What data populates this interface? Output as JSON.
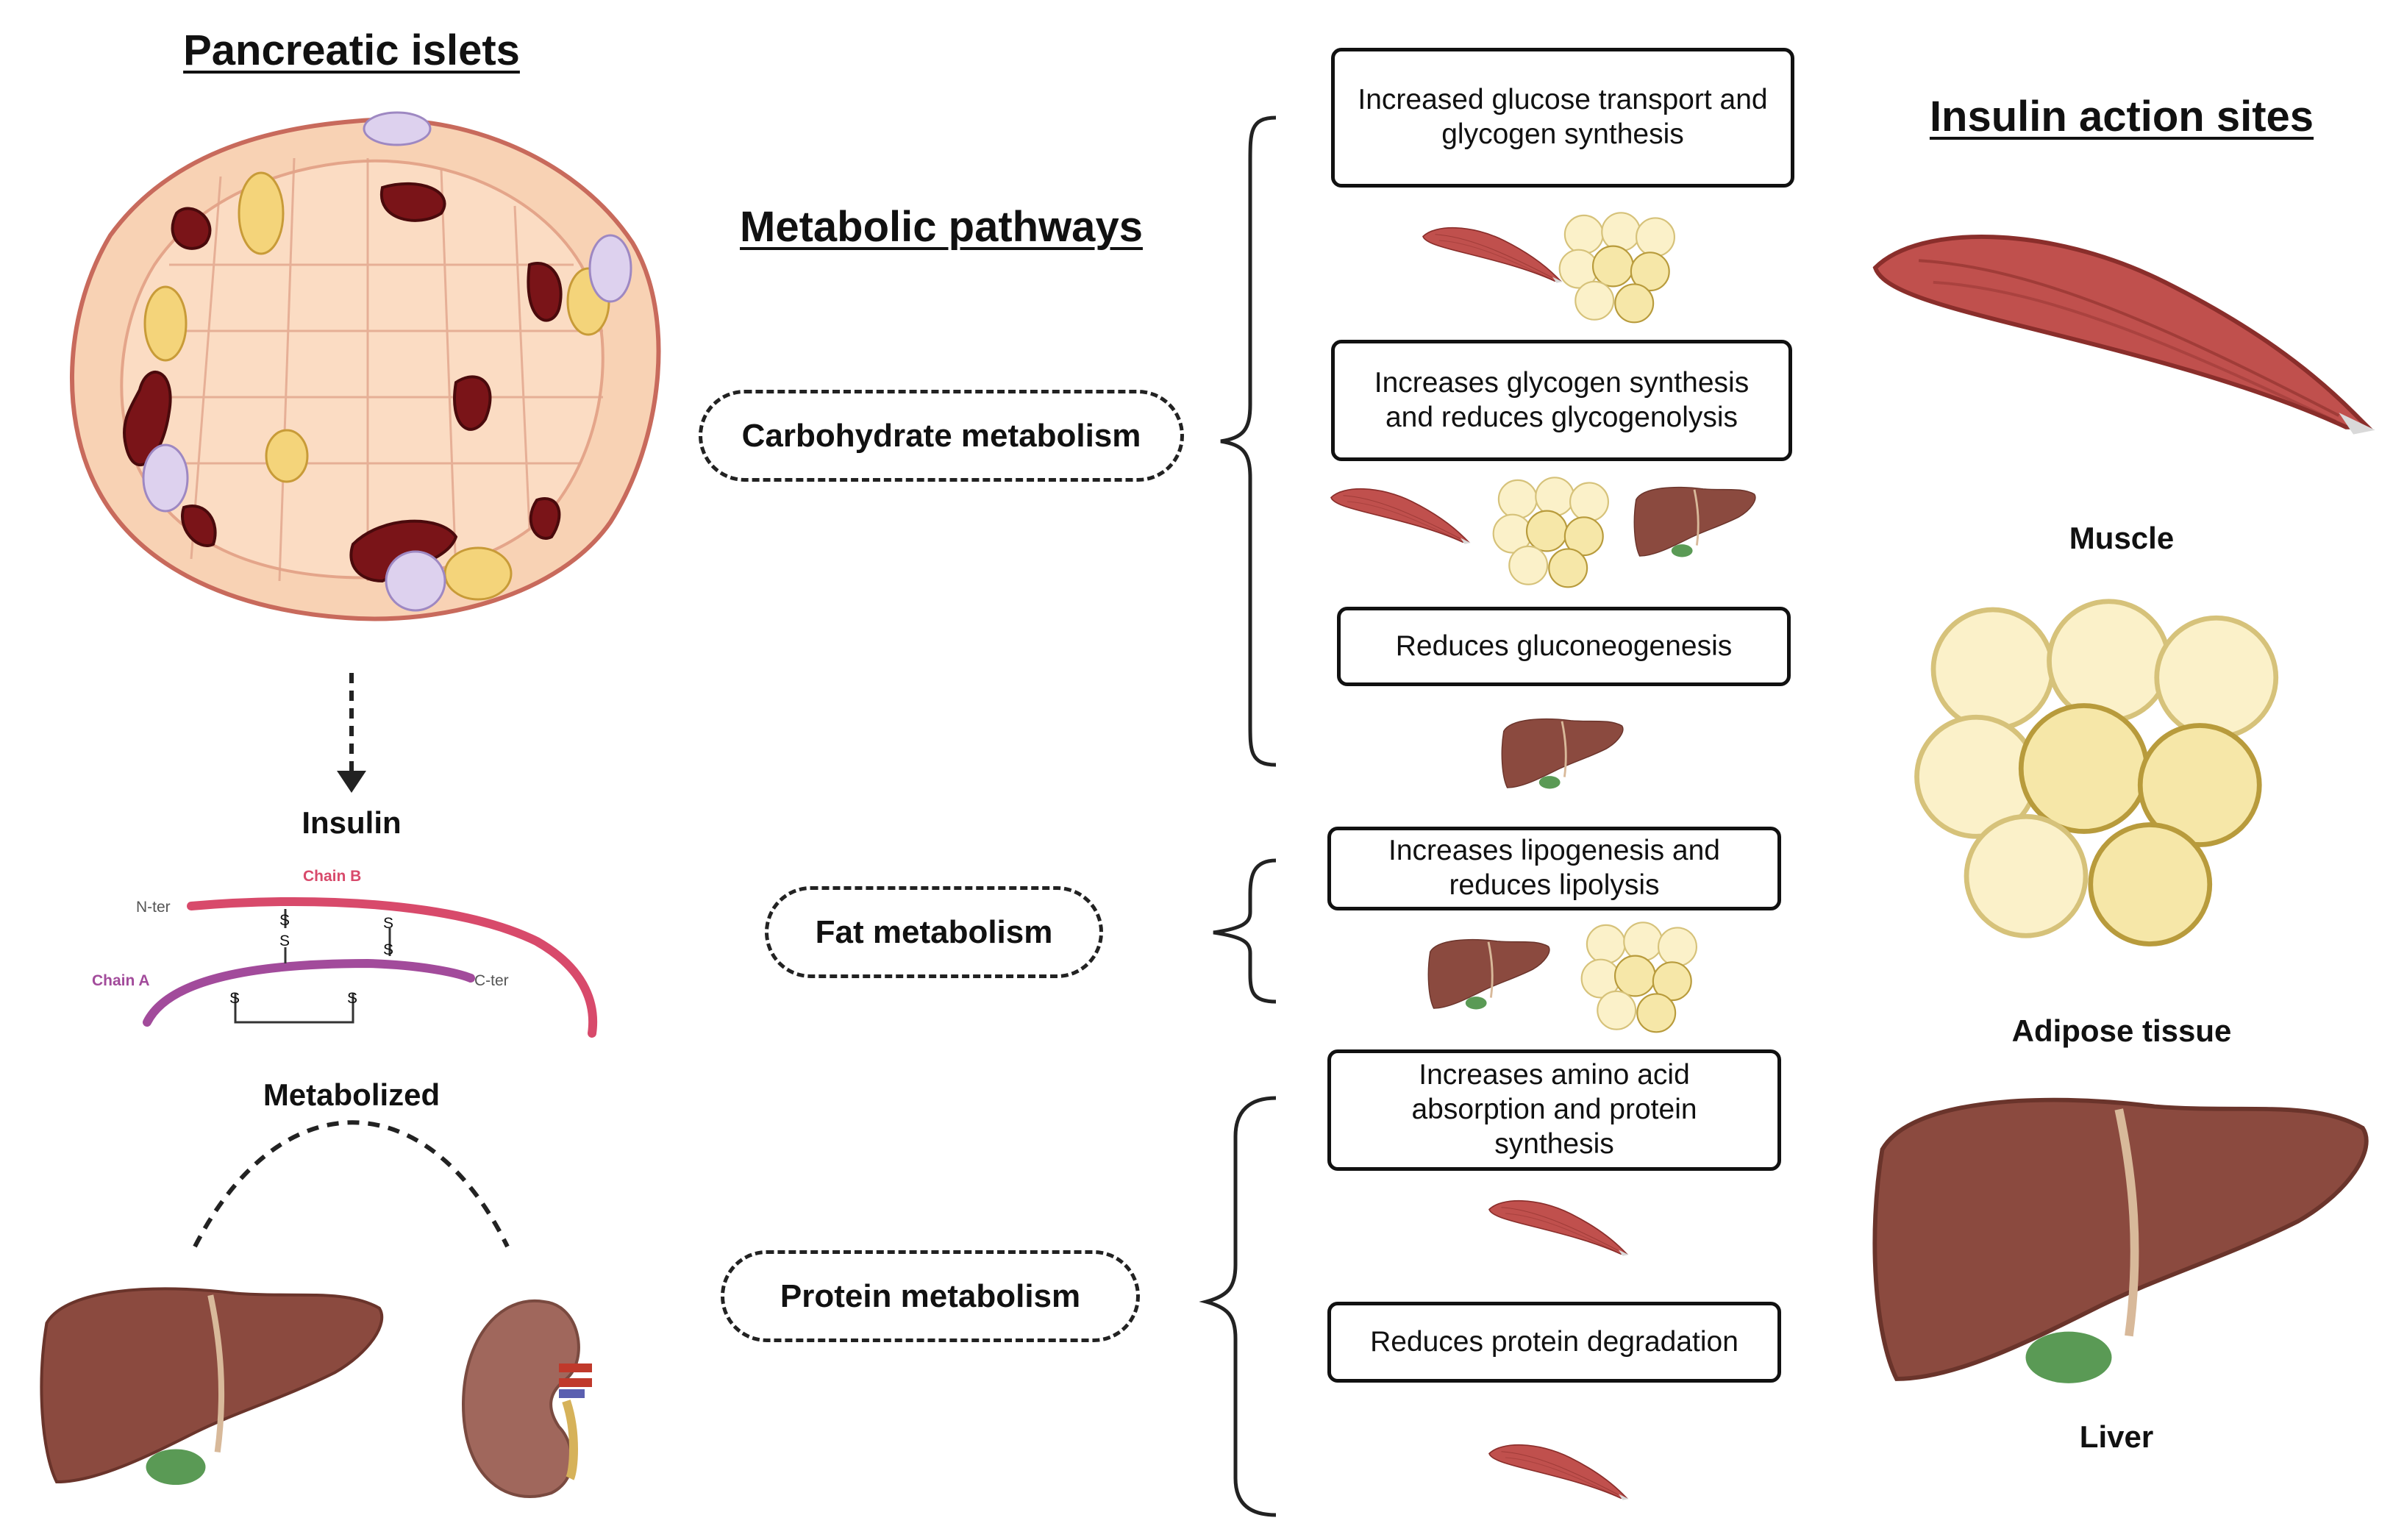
{
  "left_panel": {
    "title": "Pancreatic islets",
    "insulin_label": "Insulin",
    "chain_b": "Chain B",
    "chain_a": "Chain A",
    "n_ter": "N-ter",
    "c_ter": "C-ter",
    "s": "S",
    "metabolized_label": "Metabolized"
  },
  "middle_panel": {
    "title": "Metabolic pathways",
    "pathways": [
      "Carbohydrate metabolism",
      "Fat metabolism",
      "Protein metabolism"
    ]
  },
  "effects": [
    "Increased glucose transport and glycogen synthesis",
    "Increases glycogen synthesis and reduces glycogenolysis",
    "Reduces gluconeogenesis",
    "Increases lipogenesis and reduces lipolysis",
    "Increases amino acid absorption and protein synthesis",
    "Reduces protein degradation"
  ],
  "right_panel": {
    "title": "Insulin action sites",
    "sites": [
      "Muscle",
      "Adipose tissue",
      "Liver"
    ]
  },
  "colors": {
    "muscle": "#c0504d",
    "liver": "#8b4a3f",
    "adipose": "#f6e7a8",
    "islet_cell": "#f8d2b4",
    "islet_border": "#d97b6c",
    "chain_b": "#d84a6b",
    "chain_a": "#a24b9b"
  }
}
